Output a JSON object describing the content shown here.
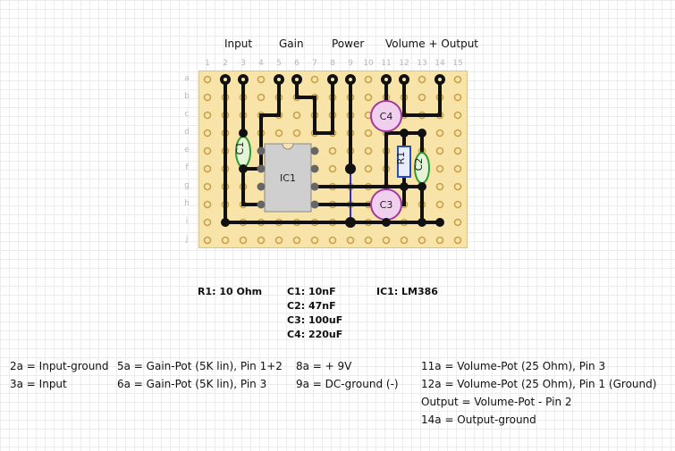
{
  "headers": {
    "input": "Input",
    "gain": "Gain",
    "power": "Power",
    "volume_output": "Volume + Output"
  },
  "column_numbers": [
    "1",
    "2",
    "3",
    "4",
    "5",
    "6",
    "7",
    "8",
    "9",
    "10",
    "11",
    "12",
    "13",
    "14",
    "15"
  ],
  "row_letters": [
    "a",
    "b",
    "c",
    "d",
    "e",
    "f",
    "g",
    "h",
    "i",
    "j"
  ],
  "components": {
    "c1": "C1",
    "c2": "C2",
    "c3": "C3",
    "c4": "C4",
    "r1": "R1",
    "ic1": "IC1"
  },
  "parts_list": {
    "r1": "R1: 10 Ohm",
    "c1": "C1: 10nF",
    "c2": "C2: 47nF",
    "c3": "C3: 100uF",
    "c4": "C4: 220uF",
    "ic1": "IC1: LM386"
  },
  "notes": {
    "n2a": "2a = Input-ground",
    "n3a": "3a = Input",
    "n5a": "5a = Gain-Pot (5K lin), Pin 1+2",
    "n6a": "6a = Gain-Pot (5K lin), Pin 3",
    "n8a": "8a = + 9V",
    "n9a": "9a = DC-ground (-)",
    "n11a": "11a = Volume-Pot (25 Ohm), Pin 3",
    "n12a": "12a = Volume-Pot (25 Ohm), Pin 1 (Ground)",
    "output": "Output = Volume-Pot - Pin 2",
    "n14a": "14a = Output-ground"
  },
  "colors": {
    "board": "#f8e3a8",
    "hole": "#c8a24a",
    "wire": "#111111",
    "jumper_blue": "#2b2bd9",
    "capacitor_electrolytic": "#f0d0ee",
    "capacitor_ceramic": "#e4f4d8",
    "resistor": "#e8ecff",
    "ic_body": "#cfcfcf"
  }
}
